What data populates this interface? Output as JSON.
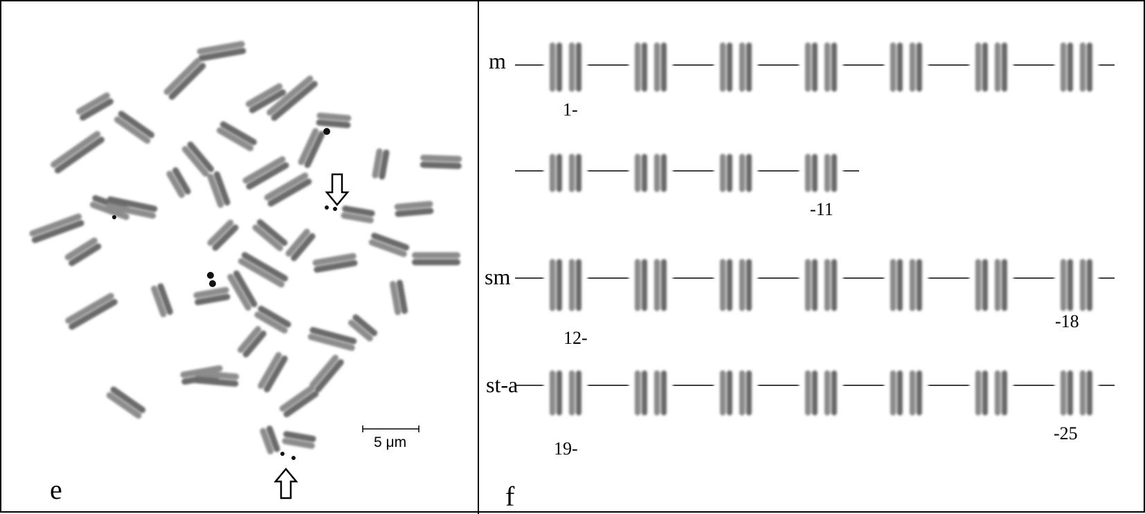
{
  "panels": {
    "left": {
      "label": "e",
      "scale_bar_text": "5 μm"
    },
    "right": {
      "label": "f"
    }
  },
  "karyotype_rows": [
    {
      "label": "m",
      "start_number": "1-",
      "end_number": "-11"
    },
    {
      "label": "sm",
      "start_number": "12-",
      "end_number": "-18"
    },
    {
      "label": "st-a",
      "start_number": "19-",
      "end_number": "-25"
    }
  ],
  "colors": {
    "chromosome": "#8c8c8c",
    "chromosome_dark": "#6a6a6a",
    "line": "#000000"
  }
}
